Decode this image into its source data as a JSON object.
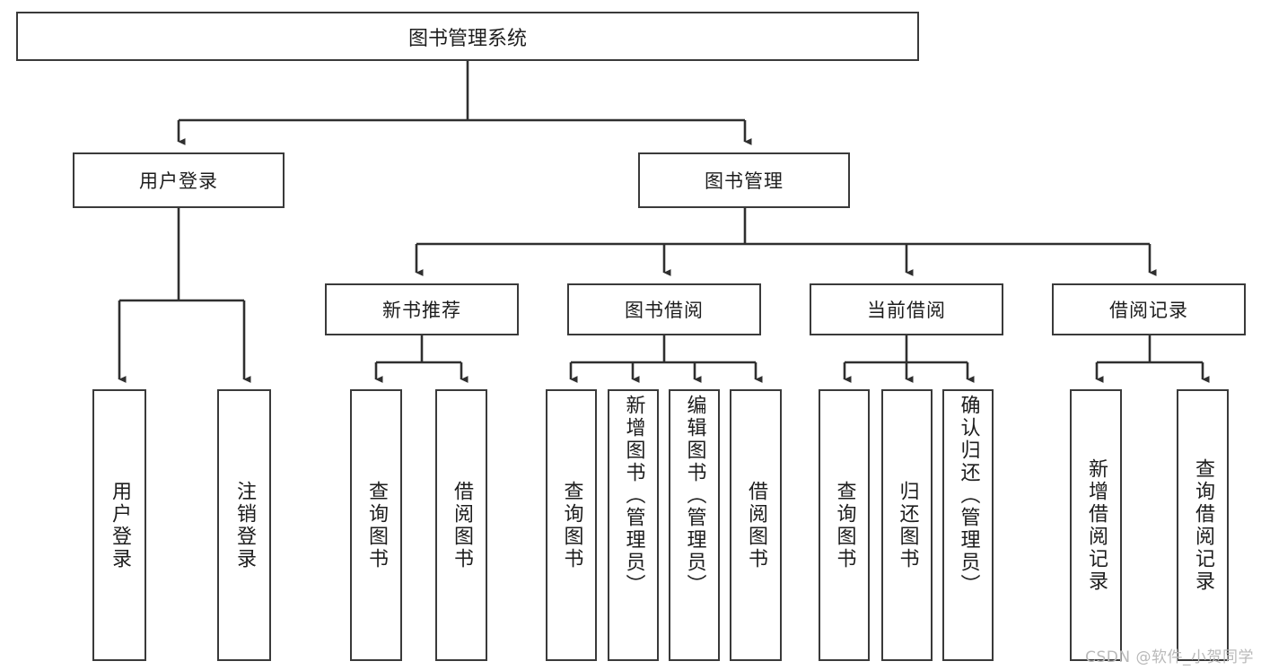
{
  "diagram": {
    "title": "图书管理系统",
    "type": "tree",
    "root": {
      "label": "图书管理系统",
      "children": [
        {
          "label": "用户登录",
          "children": [
            {
              "label": "用户登录"
            },
            {
              "label": "注销登录"
            }
          ]
        },
        {
          "label": "图书管理",
          "children": [
            {
              "label": "新书推荐",
              "children": [
                {
                  "label": "查询图书"
                },
                {
                  "label": "借阅图书"
                }
              ]
            },
            {
              "label": "图书借阅",
              "children": [
                {
                  "label": "查询图书"
                },
                {
                  "label": "新增图书（管理员）"
                },
                {
                  "label": "编辑图书（管理员）"
                },
                {
                  "label": "借阅图书"
                }
              ]
            },
            {
              "label": "当前借阅",
              "children": [
                {
                  "label": "查询图书"
                },
                {
                  "label": "归还图书"
                },
                {
                  "label": "确认归还（管理员）"
                }
              ]
            },
            {
              "label": "借阅记录",
              "children": [
                {
                  "label": "新增借阅记录"
                },
                {
                  "label": "查询借阅记录"
                }
              ]
            }
          ]
        }
      ]
    },
    "nodes": {
      "root": "图书管理系统",
      "l1_user_login": "用户登录",
      "l1_book_mgmt": "图书管理",
      "l2_new_book_rec": "新书推荐",
      "l2_book_borrow": "图书借阅",
      "l2_current_borrow": "当前借阅",
      "l2_borrow_record": "借阅记录",
      "leaf_user_login": "用户登录",
      "leaf_logout": "注销登录",
      "leaf_rec_query": "查询图书",
      "leaf_rec_borrow": "借阅图书",
      "leaf_borrow_query": "查询图书",
      "leaf_borrow_add": "新增图书（管理员）",
      "leaf_borrow_edit": "编辑图书（管理员）",
      "leaf_borrow_do": "借阅图书",
      "leaf_cur_query": "查询图书",
      "leaf_cur_return": "归还图书",
      "leaf_cur_confirm": "确认归还（管理员）",
      "leaf_rec_add": "新增借阅记录",
      "leaf_rec_query2": "查询借阅记录"
    }
  },
  "colors": {
    "border": "#3a3a3a",
    "background": "#ffffff",
    "text": "#1d1d1d",
    "watermark": "#b9b9b9"
  },
  "watermark": {
    "text": "CSDN @软件_小贺同学"
  }
}
